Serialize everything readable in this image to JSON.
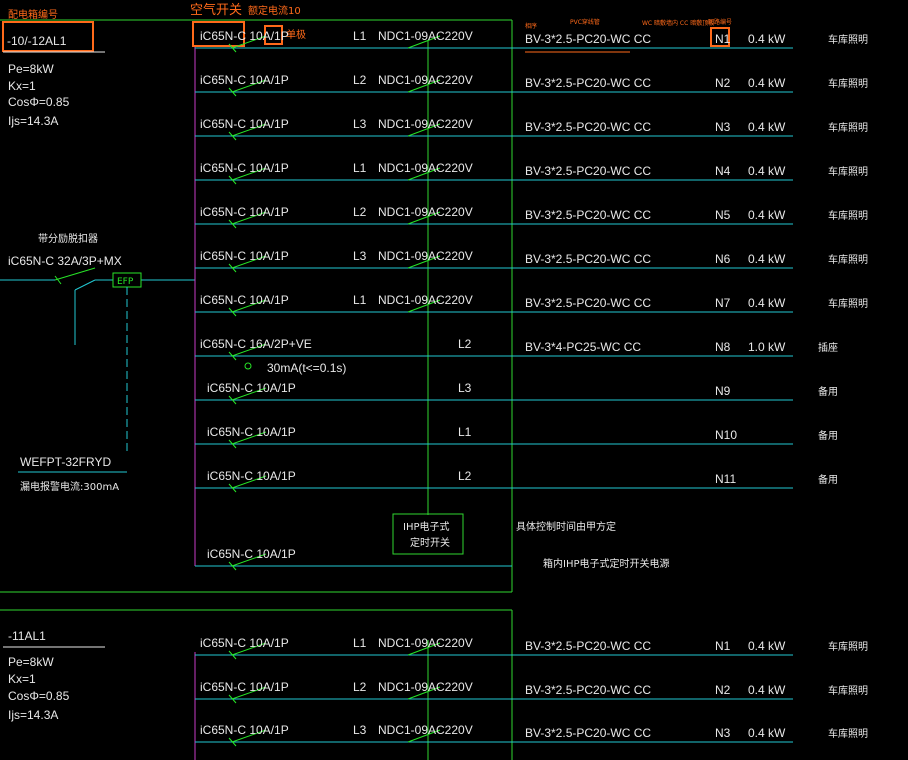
{
  "colors": {
    "background": "#000000",
    "bus_cyan": "#22c8d2",
    "frame_green": "#2fd62f",
    "bus_magenta": "#c83cc8",
    "annotation_orange": "#ff6a1a",
    "text": "#e8e8e8"
  },
  "annotations": {
    "panel_no": "配电箱编号",
    "air_switch": "空气开关",
    "rated_current": "额定电流10",
    "single_pole": "单极",
    "phase": "相序",
    "pvc_conduit": "PVC穿线管",
    "wiring_method": "WC 暗敷墙内 CC 暗敷顶板",
    "circuit_no": "回路编号"
  },
  "panel1": {
    "name": "-10/-12AL1",
    "pe": "Pe=8kW",
    "kx": "Kx=1",
    "cos": "CosΦ=0.85",
    "ijs": "Ijs=14.3A",
    "main_breaker_title": "带分励脱扣器",
    "main_breaker": "iC65N-C 32A/3P+MX",
    "efp": "EFP",
    "fire_module": "WEFPT-32FRYD",
    "leak_alarm": "漏电报警电流:300mA",
    "ihp_box": [
      "IHP电子式",
      "定时开关"
    ],
    "ihp_note1": "具体控制时间由甲方定",
    "ihp_note2": "箱内IHP电子式定时开关电源",
    "circuits": [
      {
        "breaker": "iC65N-C 10A/1P",
        "phase": "L1",
        "contactor": "NDC1-09AC220V",
        "cable": "BV-3*2.5-PC20-WC CC",
        "no": "N1",
        "power": "0.4 kW",
        "use": "车库照明"
      },
      {
        "breaker": "iC65N-C 10A/1P",
        "phase": "L2",
        "contactor": "NDC1-09AC220V",
        "cable": "BV-3*2.5-PC20-WC CC",
        "no": "N2",
        "power": "0.4 kW",
        "use": "车库照明"
      },
      {
        "breaker": "iC65N-C 10A/1P",
        "phase": "L3",
        "contactor": "NDC1-09AC220V",
        "cable": "BV-3*2.5-PC20-WC CC",
        "no": "N3",
        "power": "0.4 kW",
        "use": "车库照明"
      },
      {
        "breaker": "iC65N-C 10A/1P",
        "phase": "L1",
        "contactor": "NDC1-09AC220V",
        "cable": "BV-3*2.5-PC20-WC CC",
        "no": "N4",
        "power": "0.4 kW",
        "use": "车库照明"
      },
      {
        "breaker": "iC65N-C 10A/1P",
        "phase": "L2",
        "contactor": "NDC1-09AC220V",
        "cable": "BV-3*2.5-PC20-WC CC",
        "no": "N5",
        "power": "0.4 kW",
        "use": "车库照明"
      },
      {
        "breaker": "iC65N-C 10A/1P",
        "phase": "L3",
        "contactor": "NDC1-09AC220V",
        "cable": "BV-3*2.5-PC20-WC CC",
        "no": "N6",
        "power": "0.4 kW",
        "use": "车库照明"
      },
      {
        "breaker": "iC65N-C 10A/1P",
        "phase": "L1",
        "contactor": "NDC1-09AC220V",
        "cable": "BV-3*2.5-PC20-WC CC",
        "no": "N7",
        "power": "0.4 kW",
        "use": "车库照明"
      },
      {
        "breaker": "iC65N-C 16A/2P+VE",
        "phase": "L2",
        "contactor": "",
        "cable": "BV-3*4-PC25-WC CC",
        "no": "N8",
        "power": "1.0 kW",
        "use": "插座",
        "rcd": "30mA(t<=0.1s)"
      },
      {
        "breaker": "iC65N-C 10A/1P",
        "phase": "L3",
        "contactor": "",
        "cable": "",
        "no": "N9",
        "power": "",
        "use": "备用"
      },
      {
        "breaker": "iC65N-C 10A/1P",
        "phase": "L1",
        "contactor": "",
        "cable": "",
        "no": "N10",
        "power": "",
        "use": "备用"
      },
      {
        "breaker": "iC65N-C 10A/1P",
        "phase": "L2",
        "contactor": "",
        "cable": "",
        "no": "N11",
        "power": "",
        "use": "备用"
      },
      {
        "breaker": "iC65N-C 10A/1P",
        "phase": "",
        "contactor": "",
        "cable": "",
        "no": "",
        "power": "",
        "use": ""
      }
    ]
  },
  "panel2": {
    "name": "-11AL1",
    "pe": "Pe=8kW",
    "kx": "Kx=1",
    "cos": "CosΦ=0.85",
    "ijs": "Ijs=14.3A",
    "circuits": [
      {
        "breaker": "iC65N-C 10A/1P",
        "phase": "L1",
        "contactor": "NDC1-09AC220V",
        "cable": "BV-3*2.5-PC20-WC CC",
        "no": "N1",
        "power": "0.4 kW",
        "use": "车库照明"
      },
      {
        "breaker": "iC65N-C 10A/1P",
        "phase": "L2",
        "contactor": "NDC1-09AC220V",
        "cable": "BV-3*2.5-PC20-WC CC",
        "no": "N2",
        "power": "0.4 kW",
        "use": "车库照明"
      },
      {
        "breaker": "iC65N-C 10A/1P",
        "phase": "L3",
        "contactor": "NDC1-09AC220V",
        "cable": "BV-3*2.5-PC20-WC CC",
        "no": "N3",
        "power": "0.4 kW",
        "use": "车库照明"
      }
    ]
  }
}
